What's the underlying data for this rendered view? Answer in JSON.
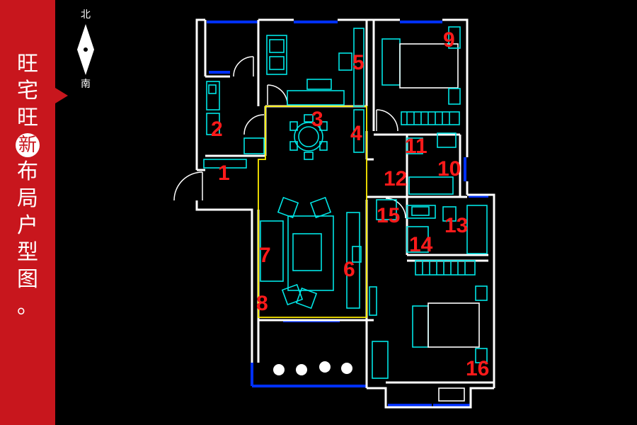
{
  "banner": {
    "chars": [
      "旺",
      "宅",
      "旺",
      "新",
      "布",
      "局",
      "户",
      "型",
      "图",
      "。"
    ],
    "circled_index": 3,
    "color": "#c8161d"
  },
  "compass": {
    "north": "北",
    "south": "南"
  },
  "colors": {
    "wall": "#ffffff",
    "window": "#0030ff",
    "furniture": "#00e5e5",
    "zone": "#ffee00",
    "label": "#ff1a1a"
  },
  "room_labels": [
    "1",
    "2",
    "3",
    "4",
    "5",
    "6",
    "7",
    "8",
    "9",
    "10",
    "11",
    "12",
    "13",
    "14",
    "15",
    "16"
  ]
}
